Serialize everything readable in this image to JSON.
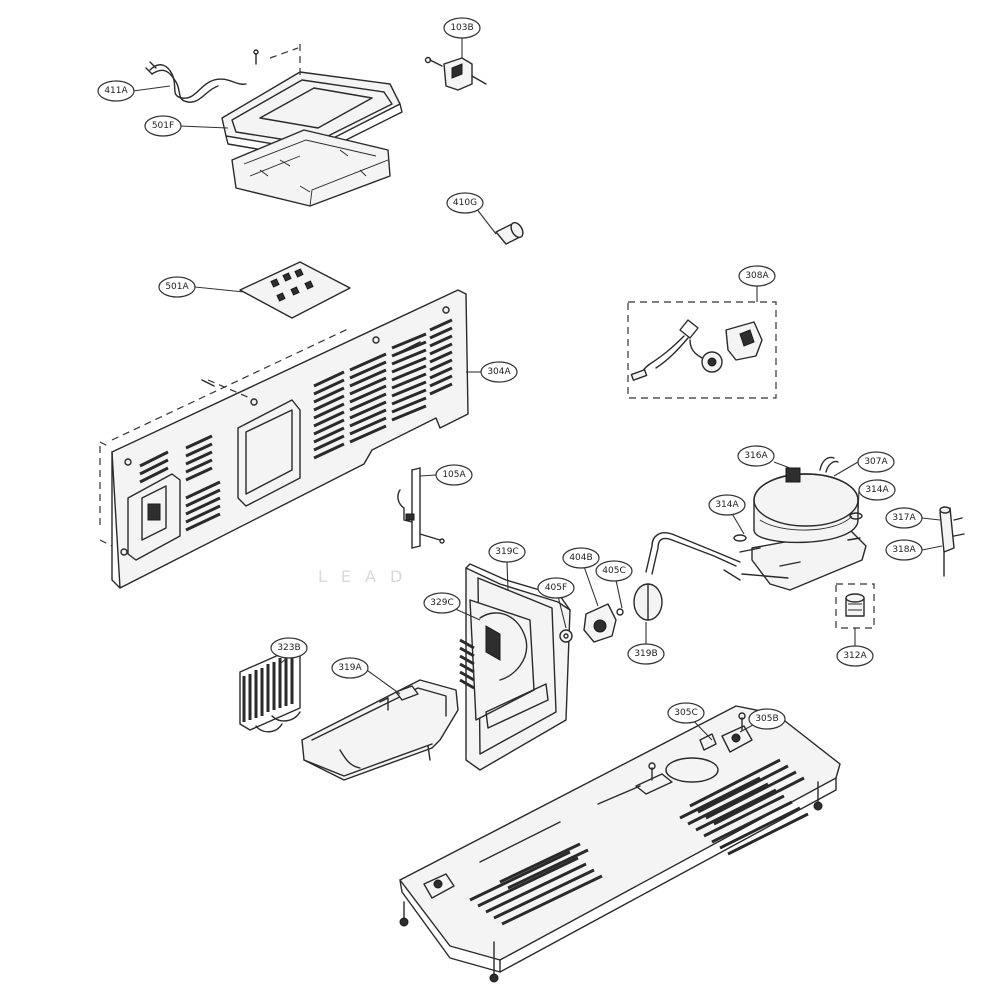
{
  "diagram": {
    "watermark": "LEAD",
    "callouts": [
      {
        "id": "411A",
        "label": "411A"
      },
      {
        "id": "501F",
        "label": "501F"
      },
      {
        "id": "103B",
        "label": "103B"
      },
      {
        "id": "410G",
        "label": "410G"
      },
      {
        "id": "501A",
        "label": "501A"
      },
      {
        "id": "304A",
        "label": "304A"
      },
      {
        "id": "308A",
        "label": "308A"
      },
      {
        "id": "105A",
        "label": "105A"
      },
      {
        "id": "316A",
        "label": "316A"
      },
      {
        "id": "307A",
        "label": "307A"
      },
      {
        "id": "314A-left",
        "label": "314A"
      },
      {
        "id": "314A-right",
        "label": "314A"
      },
      {
        "id": "317A",
        "label": "317A"
      },
      {
        "id": "318A",
        "label": "318A"
      },
      {
        "id": "319C",
        "label": "319C"
      },
      {
        "id": "404B",
        "label": "404B"
      },
      {
        "id": "405F",
        "label": "405F"
      },
      {
        "id": "405C",
        "label": "405C"
      },
      {
        "id": "329C",
        "label": "329C"
      },
      {
        "id": "319B",
        "label": "319B"
      },
      {
        "id": "312A",
        "label": "312A"
      },
      {
        "id": "323B",
        "label": "323B"
      },
      {
        "id": "319A",
        "label": "319A"
      },
      {
        "id": "305C",
        "label": "305C"
      },
      {
        "id": "305B",
        "label": "305B"
      }
    ]
  }
}
